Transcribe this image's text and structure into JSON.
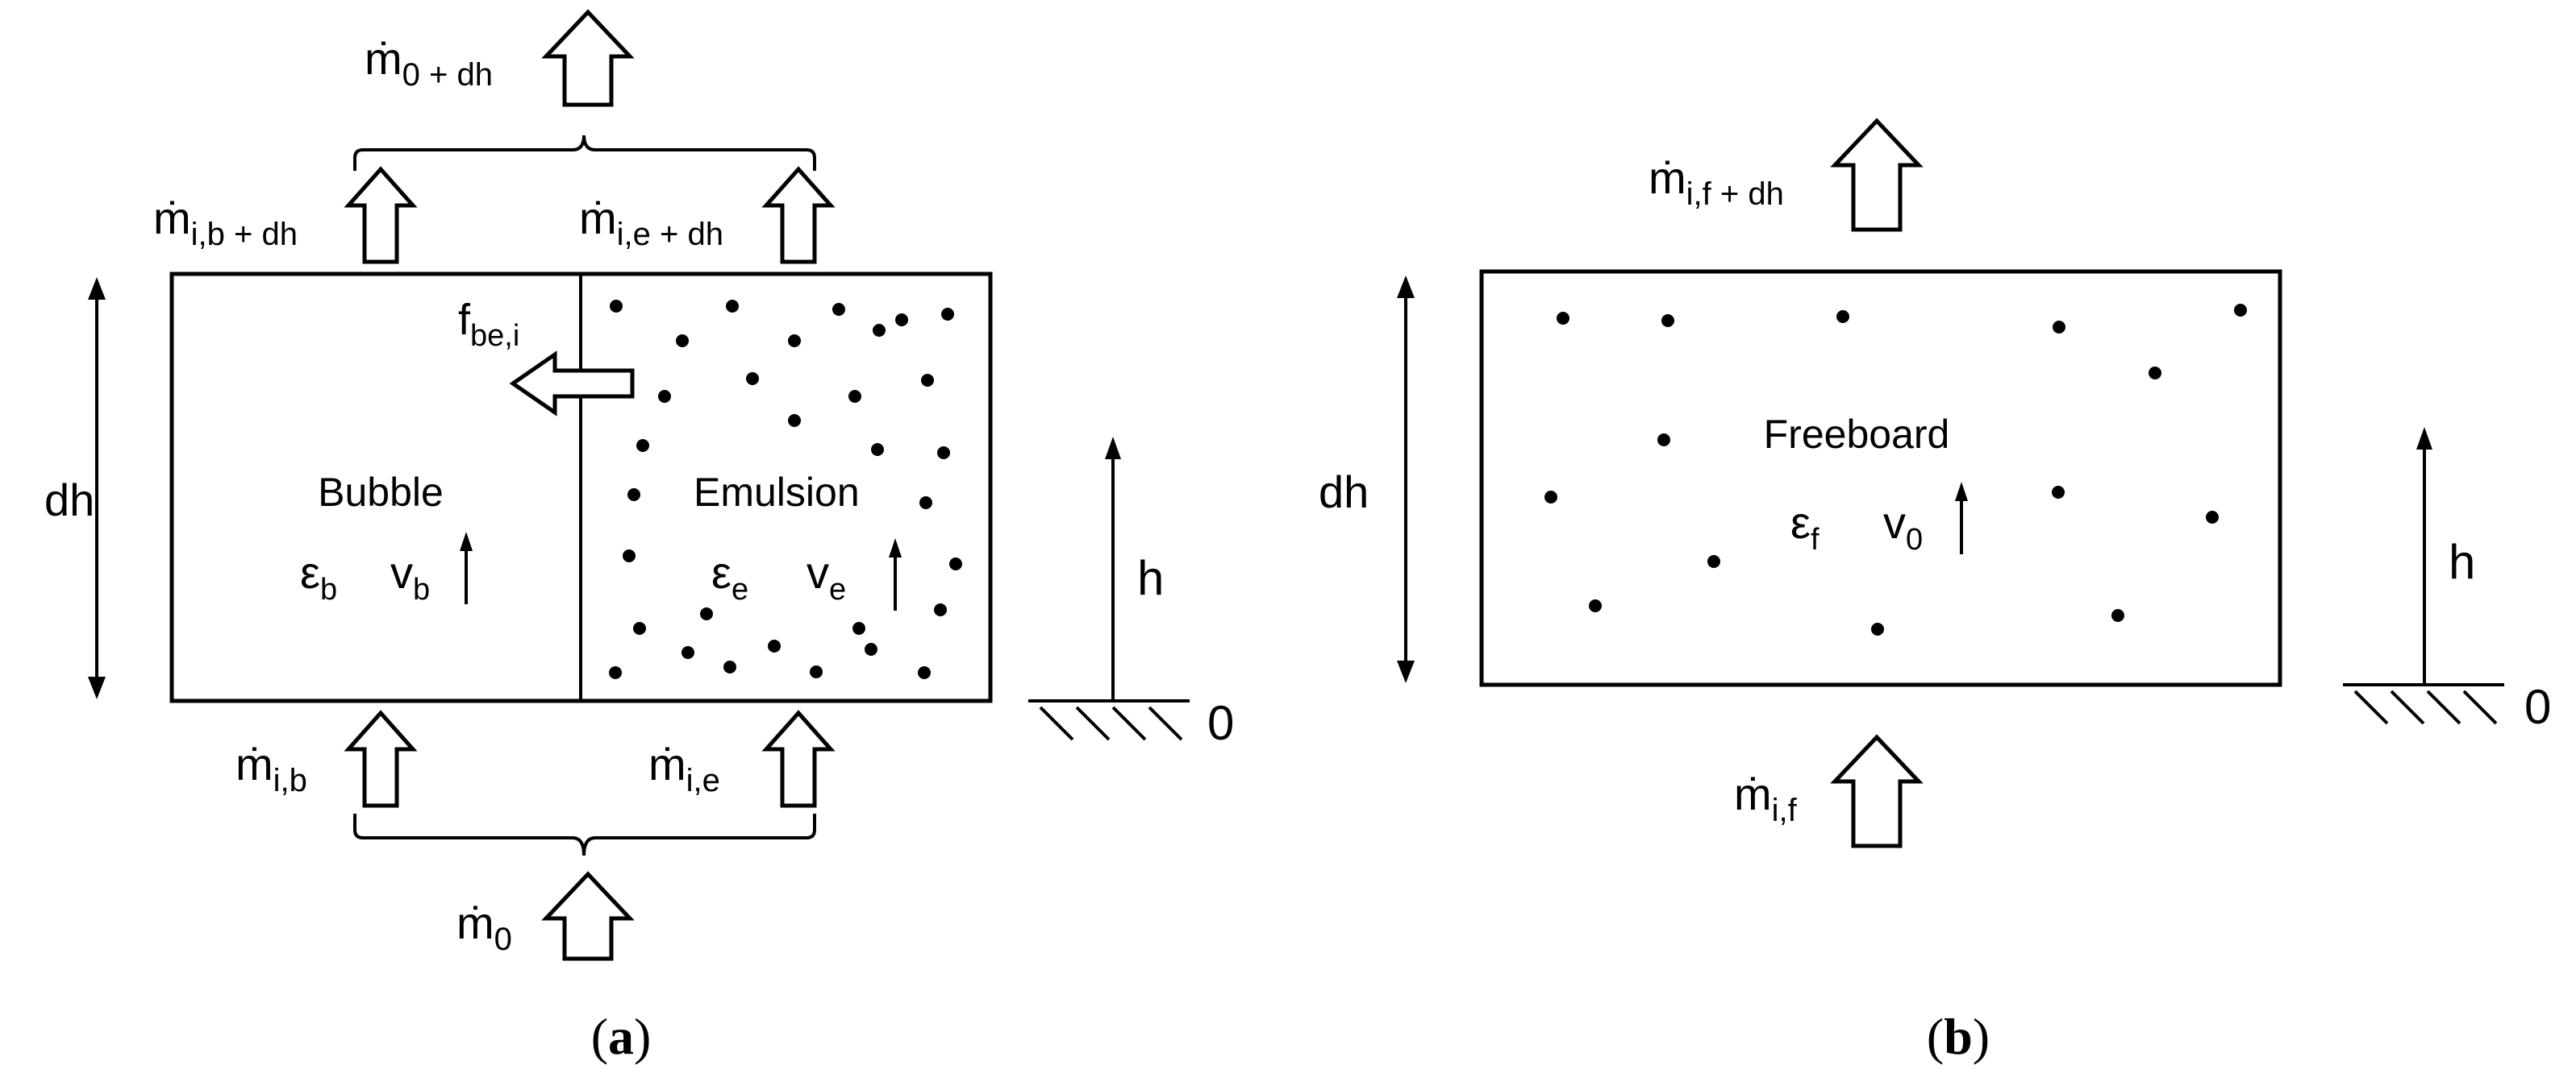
{
  "panel_a": {
    "caption": "a",
    "bubble": {
      "label": "Bubble",
      "voidage": {
        "base": "ε",
        "sub": "b"
      },
      "velocity": {
        "base": "v",
        "sub": "b"
      }
    },
    "emulsion": {
      "label": "Emulsion",
      "voidage": {
        "base": "ε",
        "sub": "e"
      },
      "velocity": {
        "base": "v",
        "sub": "e"
      }
    },
    "transfer": {
      "base": "f",
      "sub": "be,i"
    },
    "height_label": "dh",
    "axis": {
      "label": "h",
      "origin": "0"
    },
    "flows": {
      "top_total": {
        "base": "ṁ",
        "sub": "0 + dh"
      },
      "top_bubble": {
        "base": "ṁ",
        "sub": "i,b + dh"
      },
      "top_emulsion": {
        "base": "ṁ",
        "sub": "i,e + dh"
      },
      "bottom_bubble": {
        "base": "ṁ",
        "sub": "i,b"
      },
      "bottom_emulsion": {
        "base": "ṁ",
        "sub": "i,e"
      },
      "bottom_total": {
        "base": "ṁ",
        "sub": "0"
      }
    }
  },
  "panel_b": {
    "caption": "b",
    "freeboard": {
      "label": "Freeboard",
      "voidage": {
        "base": "ε",
        "sub": "f"
      },
      "velocity": {
        "base": "v",
        "sub": "0"
      }
    },
    "height_label": "dh",
    "axis": {
      "label": "h",
      "origin": "0"
    },
    "flows": {
      "top": {
        "base": "ṁ",
        "sub": "i,f + dh"
      },
      "bottom": {
        "base": "ṁ",
        "sub": "i,f"
      }
    }
  },
  "caption_parens": {
    "open": "(",
    "close": ")"
  }
}
